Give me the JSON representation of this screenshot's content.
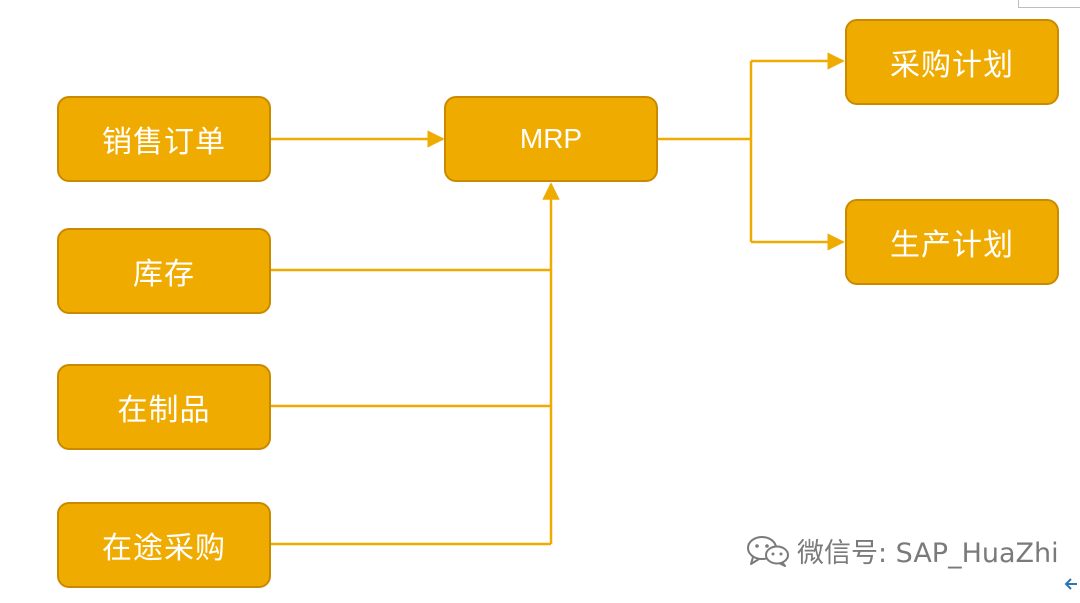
{
  "nodes": {
    "sales_order": "销售订单",
    "inventory": "库存",
    "wip": "在制品",
    "in_transit": "在途采购",
    "mrp": "MRP",
    "purchase_plan": "采购计划",
    "production_plan": "生产计划"
  },
  "watermark": {
    "text": "微信号: SAP_HuaZhi",
    "icon": "wechat-icon"
  },
  "colors": {
    "node_fill": "#F0AB00",
    "node_border": "#C98A00",
    "node_text": "#FFFFFF",
    "connector": "#F0AB00",
    "watermark": "#7A7A7A",
    "corner_arrow": "#2E75B6"
  }
}
